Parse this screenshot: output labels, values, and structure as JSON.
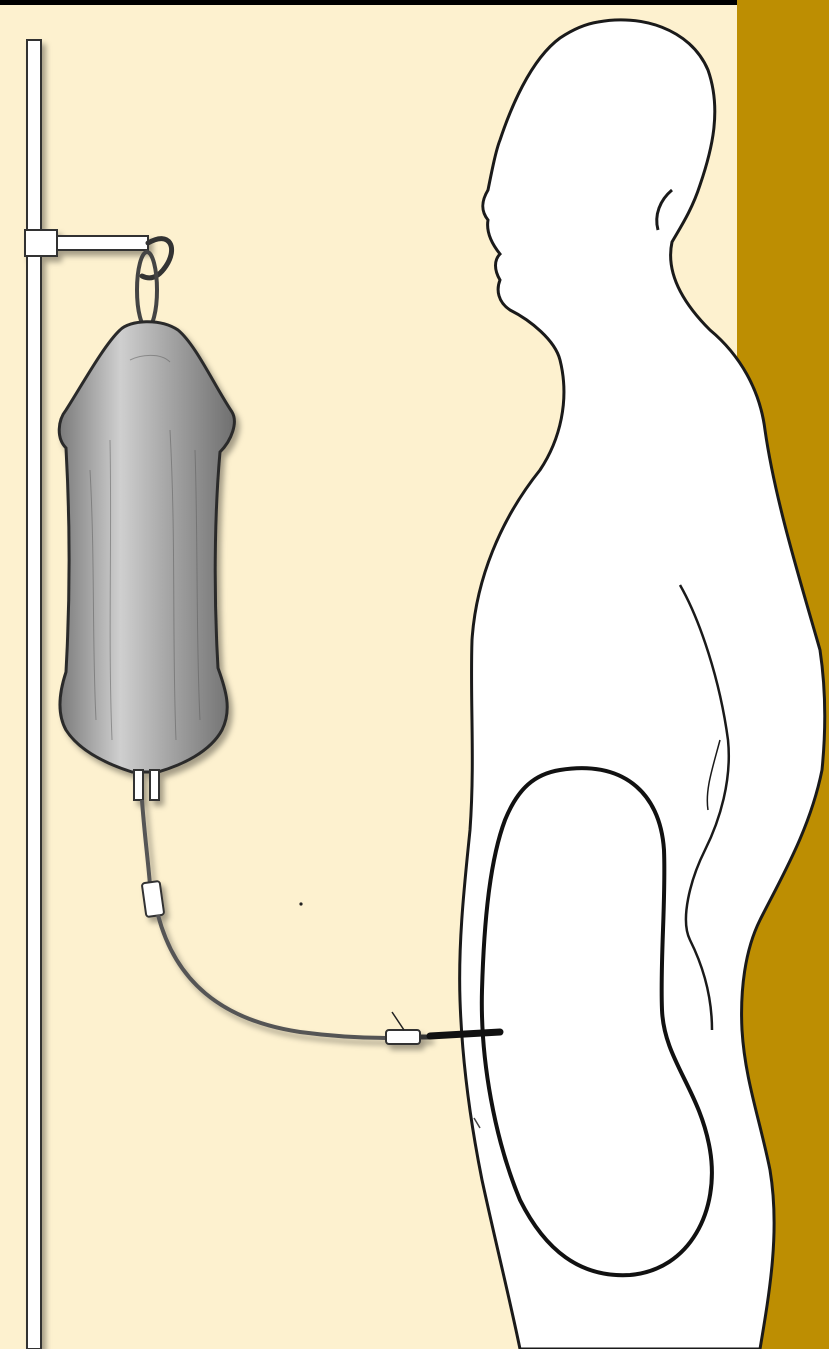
{
  "colors": {
    "background": "#fdf1cf",
    "right_band": "#bd8e02",
    "top_rule": "#000000",
    "figure_fill": "#ffffff",
    "outline": "#1a1a1a",
    "bag_fill": "#9d9d9d",
    "bag_highlight": "#d8d8d8",
    "pole_fill": "#ffffff"
  },
  "scene": {
    "subject": "peritoneal-dialysis-illustration",
    "elements": [
      "iv-pole",
      "pole-hook",
      "dialysate-bag",
      "drain-tube",
      "catheter",
      "patient-silhouette",
      "peritoneal-cavity"
    ]
  }
}
